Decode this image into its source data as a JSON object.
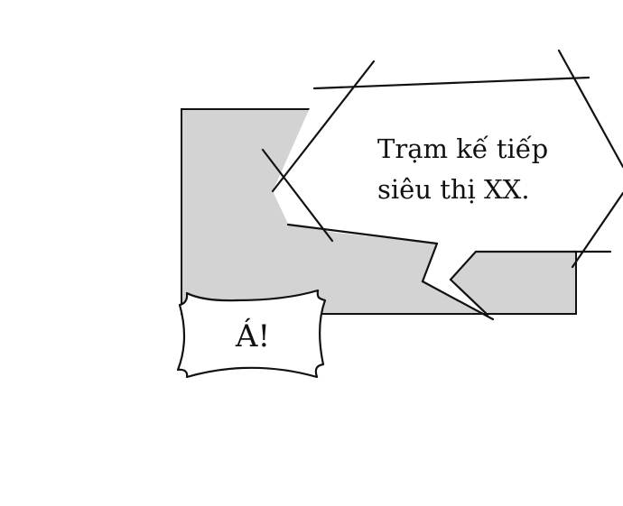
{
  "speech_bubble": {
    "line1": "Trạm kế tiếp",
    "line2": "siêu thị XX."
  },
  "shout_bubble": {
    "text": "Á!"
  },
  "colors": {
    "panel_fill": "#d3d3d3",
    "stroke": "#111111",
    "background": "#ffffff"
  }
}
